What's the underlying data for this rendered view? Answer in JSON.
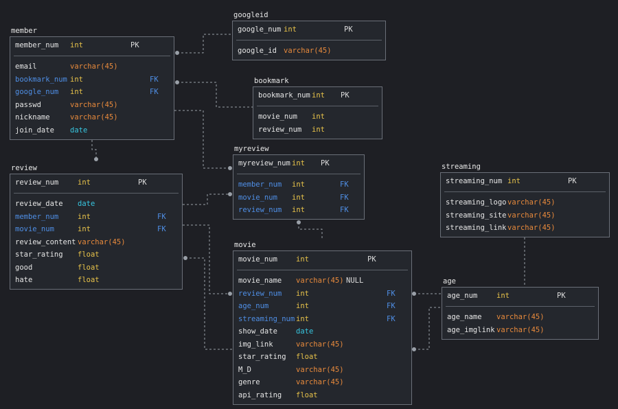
{
  "tables": {
    "member": {
      "name": "member",
      "pk": {
        "name": "member_num",
        "type": "int",
        "key": "PK"
      },
      "rows": [
        {
          "name": "email",
          "type": "varchar(45)",
          "key": ""
        },
        {
          "name": "bookmark_num",
          "type": "int",
          "key": "FK"
        },
        {
          "name": "google_num",
          "type": "int",
          "key": "FK"
        },
        {
          "name": "passwd",
          "type": "varchar(45)",
          "key": ""
        },
        {
          "name": "nickname",
          "type": "varchar(45)",
          "key": ""
        },
        {
          "name": "join_date",
          "type": "date",
          "key": ""
        }
      ]
    },
    "googleid": {
      "name": "googleid",
      "pk": {
        "name": "google_num",
        "type": "int",
        "key": "PK"
      },
      "rows": [
        {
          "name": "google_id",
          "type": "varchar(45)",
          "key": ""
        }
      ]
    },
    "bookmark": {
      "name": "bookmark",
      "pk": {
        "name": "bookmark_num",
        "type": "int",
        "key": "PK"
      },
      "rows": [
        {
          "name": "movie_num",
          "type": "int",
          "key": ""
        },
        {
          "name": "review_num",
          "type": "int",
          "key": ""
        }
      ]
    },
    "myreview": {
      "name": "myreview",
      "pk": {
        "name": "myreview_num",
        "type": "int",
        "key": "PK"
      },
      "rows": [
        {
          "name": "member_num",
          "type": "int",
          "key": "FK"
        },
        {
          "name": "movie_num",
          "type": "int",
          "key": "FK"
        },
        {
          "name": "review_num",
          "type": "int",
          "key": "FK"
        }
      ]
    },
    "review": {
      "name": "review",
      "pk": {
        "name": "review_num",
        "type": "int",
        "key": "PK"
      },
      "rows": [
        {
          "name": "review_date",
          "type": "date",
          "key": ""
        },
        {
          "name": "member_num",
          "type": "int",
          "key": "FK"
        },
        {
          "name": "movie_num",
          "type": "int",
          "key": "FK"
        },
        {
          "name": "review_content",
          "type": "varchar(45)",
          "key": ""
        },
        {
          "name": "star_rating",
          "type": "float",
          "key": ""
        },
        {
          "name": "good",
          "type": "float",
          "key": ""
        },
        {
          "name": "hate",
          "type": "float",
          "key": ""
        }
      ]
    },
    "streaming": {
      "name": "streaming",
      "pk": {
        "name": "streaming_num",
        "type": "int",
        "key": "PK"
      },
      "rows": [
        {
          "name": "streaming_logo",
          "type": "varchar(45)",
          "key": ""
        },
        {
          "name": "streaming_site",
          "type": "varchar(45)",
          "key": ""
        },
        {
          "name": "streaming_link",
          "type": "varchar(45)",
          "key": ""
        }
      ]
    },
    "movie": {
      "name": "movie",
      "pk": {
        "name": "movie_num",
        "type": "int",
        "key": "PK"
      },
      "rows": [
        {
          "name": "movie_name",
          "type": "varchar(45)",
          "key": "",
          "extra": "NULL"
        },
        {
          "name": "review_num",
          "type": "int",
          "key": "FK"
        },
        {
          "name": "age_num",
          "type": "int",
          "key": "FK"
        },
        {
          "name": "streaming_num",
          "type": "int",
          "key": "FK"
        },
        {
          "name": "show_date",
          "type": "date",
          "key": ""
        },
        {
          "name": "img_link",
          "type": "varchar(45)",
          "key": ""
        },
        {
          "name": "star_rating",
          "type": "float",
          "key": ""
        },
        {
          "name": "M_D",
          "type": "varchar(45)",
          "key": ""
        },
        {
          "name": "genre",
          "type": "varchar(45)",
          "key": ""
        },
        {
          "name": "api_rating",
          "type": "float",
          "key": ""
        }
      ]
    },
    "age": {
      "name": "age",
      "pk": {
        "name": "age_num",
        "type": "int",
        "key": "PK"
      },
      "rows": [
        {
          "name": "age_name",
          "type": "varchar(45)",
          "key": ""
        },
        {
          "name": "age_imglink",
          "type": "varchar(45)",
          "key": ""
        }
      ]
    }
  },
  "colors": {
    "background": "#1e1f24",
    "table_bg": "#24272d",
    "table_border": "#6b7079",
    "fk_name": "#4f8fe6",
    "type_int": "#e8c34a",
    "type_varchar": "#e88a3c",
    "type_date": "#37c6e0",
    "connector": "#9aa0a8"
  }
}
